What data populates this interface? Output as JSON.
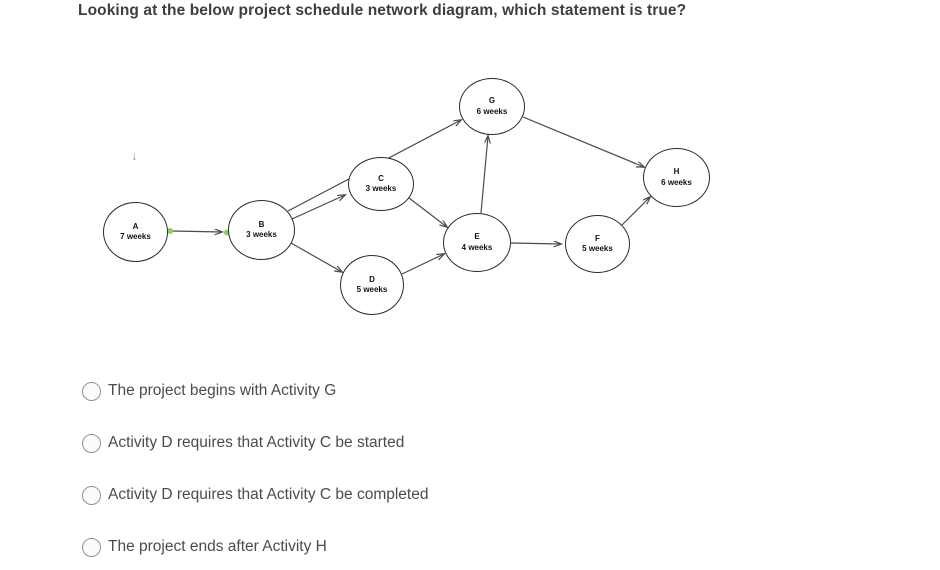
{
  "question": {
    "title": "Looking at the below project schedule network diagram, which statement is true?"
  },
  "diagram": {
    "cursor_glyph": "↓",
    "dot_color": "#8fce5a",
    "edge_color": "#4a4a4a",
    "node_border_color": "#2b2b2b",
    "nodes": [
      {
        "id": "A",
        "label": "A",
        "duration": "7 weeks"
      },
      {
        "id": "B",
        "label": "B",
        "duration": "3 weeks"
      },
      {
        "id": "C",
        "label": "C",
        "duration": "3 weeks"
      },
      {
        "id": "D",
        "label": "D",
        "duration": "5 weeks"
      },
      {
        "id": "E",
        "label": "E",
        "duration": "4 weeks"
      },
      {
        "id": "F",
        "label": "F",
        "duration": "5 weeks"
      },
      {
        "id": "G",
        "label": "G",
        "duration": "6 weeks"
      },
      {
        "id": "H",
        "label": "H",
        "duration": "6 weeks"
      }
    ],
    "edges": [
      {
        "from": "A",
        "to": "B"
      },
      {
        "from": "B",
        "to": "C"
      },
      {
        "from": "B",
        "to": "G"
      },
      {
        "from": "B",
        "to": "D"
      },
      {
        "from": "C",
        "to": "E"
      },
      {
        "from": "D",
        "to": "E"
      },
      {
        "from": "E",
        "to": "G"
      },
      {
        "from": "E",
        "to": "F"
      },
      {
        "from": "F",
        "to": "H"
      },
      {
        "from": "G",
        "to": "H"
      }
    ]
  },
  "options": [
    {
      "label": "The project begins with Activity G"
    },
    {
      "label": "Activity D requires that Activity C be started"
    },
    {
      "label": "Activity D requires that Activity C be completed"
    },
    {
      "label": "The project ends after Activity H"
    }
  ]
}
